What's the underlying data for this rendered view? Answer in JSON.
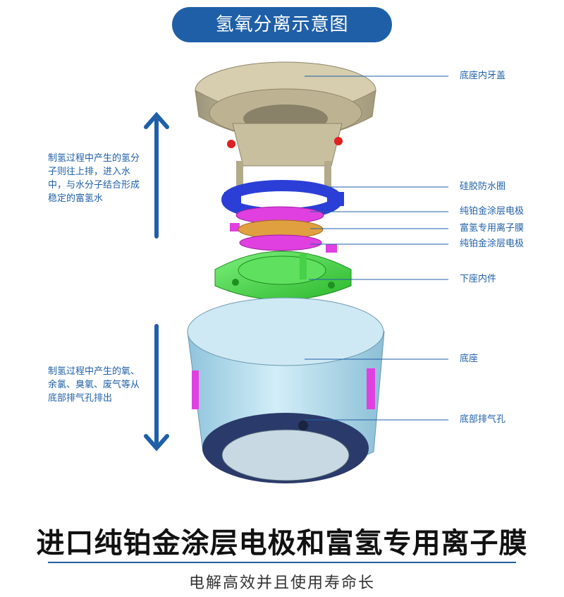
{
  "title": "氢氧分离示意图",
  "callouts": [
    {
      "id": "cap",
      "label": "底座内牙盖"
    },
    {
      "id": "gasket",
      "label": "硅胶防水圈"
    },
    {
      "id": "electrode_top",
      "label": "纯铂金涂层电极"
    },
    {
      "id": "membrane",
      "label": "富氢专用离子膜"
    },
    {
      "id": "electrode_bottom",
      "label": "纯铂金涂层电极"
    },
    {
      "id": "inner",
      "label": "下座内件"
    },
    {
      "id": "base",
      "label": "底座"
    },
    {
      "id": "vent",
      "label": "底部排气孔"
    }
  ],
  "notes": {
    "upper": "制氢过程中产生的氢分子则往上排，进入水中，与水分子结合形成稳定的富氢水",
    "lower": "制氢过程中产生的氧、余氯、臭氧、废气等从底部排气孔排出"
  },
  "headline": "进口纯铂金涂层电极和富氢专用离子膜",
  "subline": "电解高效并且使用寿命长",
  "colors": {
    "accent": "#1f5fa8",
    "cap": "#c9c0a0",
    "gasket": "#2b3fd6",
    "magenta": "#e040e0",
    "membrane": "#e0a040",
    "inner": "#3fe03f",
    "base": "#b8e0f0",
    "base_bottom": "#2a3a6a"
  }
}
